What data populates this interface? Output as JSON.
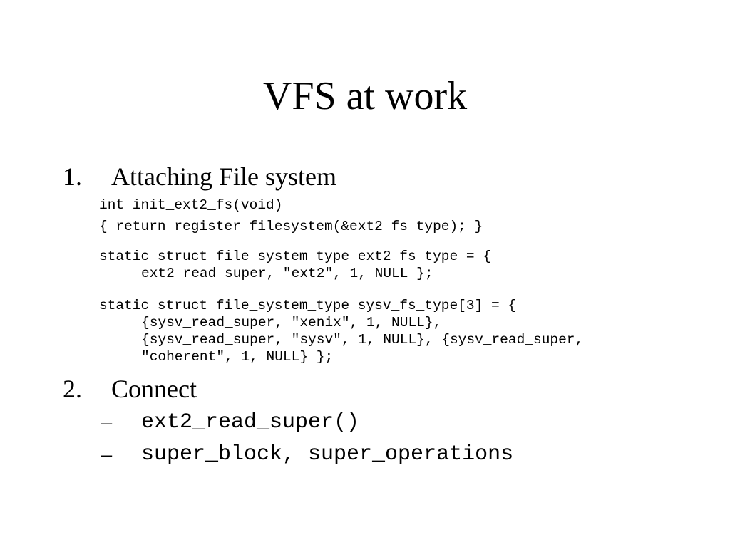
{
  "slide": {
    "title": "VFS at work"
  },
  "items": [
    {
      "number": "1.",
      "label": "Attaching File system",
      "code": [
        "int init_ext2_fs(void)",
        "{ return register_filesystem(&ext2_fs_type); }",
        "static struct file_system_type ext2_fs_type = {",
        "ext2_read_super, \"ext2\", 1, NULL };",
        "static struct file_system_type sysv_fs_type[3] = {",
        "{sysv_read_super, \"xenix\", 1, NULL},",
        "{sysv_read_super, \"sysv\", 1, NULL}, {sysv_read_super,",
        "\"coherent\", 1, NULL} };"
      ]
    },
    {
      "number": "2.",
      "label": "Connect",
      "subitems": [
        {
          "dash": "–",
          "text": "ext2_read_super()"
        },
        {
          "dash": "–",
          "text": "super_block, super_operations"
        }
      ]
    }
  ]
}
